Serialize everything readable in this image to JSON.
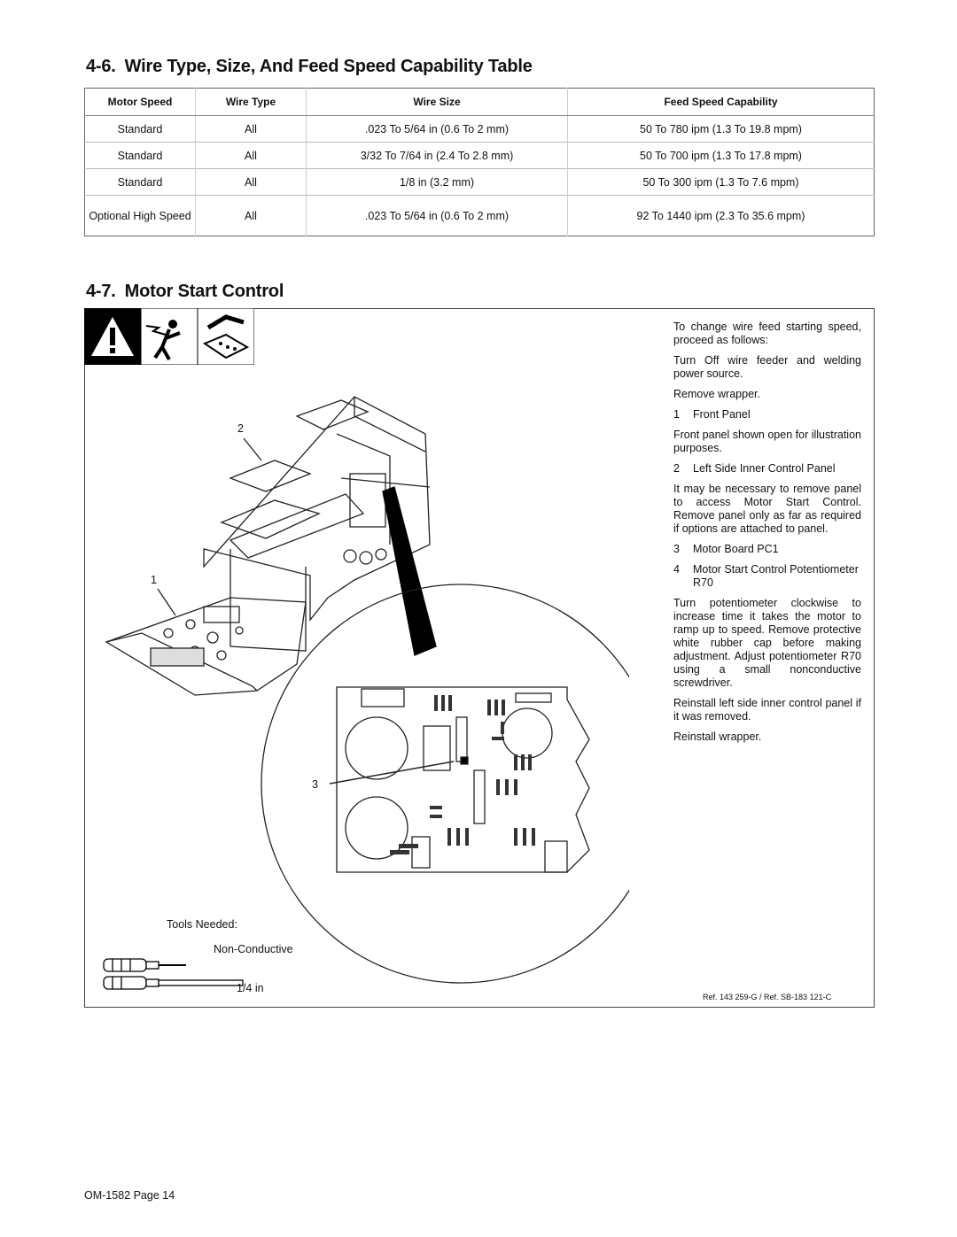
{
  "section_46": {
    "number": "4-6.",
    "title": "Wire Type, Size, And Feed Speed Capability Table"
  },
  "table": {
    "headers": [
      "Motor Speed",
      "Wire Type",
      "Wire Size",
      "Feed Speed Capability"
    ],
    "rows": [
      [
        "Standard",
        "All",
        ".023 To 5/64 in (0.6 To 2 mm)",
        "50 To 780 ipm (1.3 To 19.8 mpm)"
      ],
      [
        "Standard",
        "All",
        "3/32 To 7/64 in (2.4 To 2.8 mm)",
        "50 To 700 ipm (1.3 To 17.8 mpm)"
      ],
      [
        "Standard",
        "All",
        "1/8 in (3.2 mm)",
        "50 To 300 ipm (1.3 To 7.6 mpm)"
      ],
      [
        "Optional High Speed",
        "All",
        ".023 To 5/64 in (0.6 To 2 mm)",
        "92 To 1440 ipm (2.3 To 35.6 mpm)"
      ]
    ]
  },
  "section_47": {
    "number": "4-7.",
    "title": "Motor Start Control"
  },
  "instructions": {
    "intro": "To change wire feed starting speed, proceed as follows:",
    "step_off": "Turn Off wire feeder and welding power source.",
    "step_wrapper": "Remove wrapper.",
    "item1_num": "1",
    "item1": "Front Panel",
    "note1": "Front panel shown open for illustration purposes.",
    "item2_num": "2",
    "item2": "Left Side Inner Control Panel",
    "note2": "It may be necessary to remove panel to access Motor Start Control. Remove panel only as far as required if options are attached to panel.",
    "item3_num": "3",
    "item3": "Motor Board PC1",
    "item4_num": "4",
    "item4": "Motor Start Control Potentiometer R70",
    "note3": "Turn potentiometer clockwise to increase time it takes the motor to ramp up to speed. Remove protective white rubber cap before making adjustment. Adjust potentiometer R70 using a small nonconductive screwdriver.",
    "note4": "Reinstall left side inner control panel if it was removed.",
    "final": "Reinstall wrapper."
  },
  "figure": {
    "callout_1": "1",
    "callout_2": "2",
    "callout_3": "3",
    "tools_needed": "Tools Needed:",
    "non_conductive": "Non-Conductive",
    "quarter_in": "1/4 in",
    "ref": "Ref. 143 259-G / Ref. SB-183 121-C"
  },
  "footer": "OM-1582 Page 14"
}
